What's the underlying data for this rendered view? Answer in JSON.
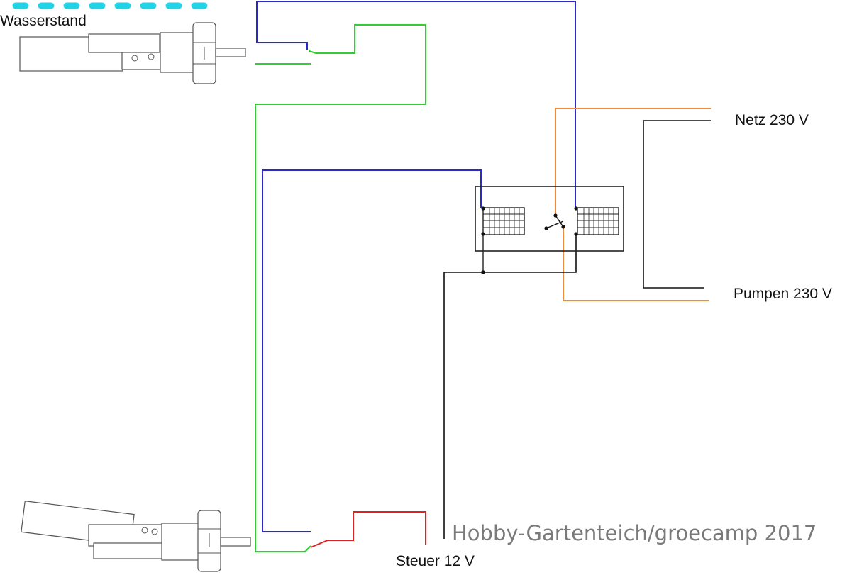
{
  "labels": {
    "water_level": "Wasserstand",
    "mains": "Netz 230 V",
    "pumps": "Pumpen 230 V",
    "control": "Steuer 12 V"
  },
  "watermark": "Hobby-Gartenteich/groecamp 2017",
  "colors": {
    "water": "#22d3e6",
    "blue_wire": "#2a2ac8",
    "green_wire": "#33cc33",
    "orange_wire": "#f08a3c",
    "red_wire": "#dd2222",
    "black_wire": "#111111",
    "relay_outline": "#222222"
  },
  "icons": {
    "upper_sensor": "float-switch-icon",
    "lower_sensor": "float-switch-icon",
    "relay": "relay-icon"
  }
}
